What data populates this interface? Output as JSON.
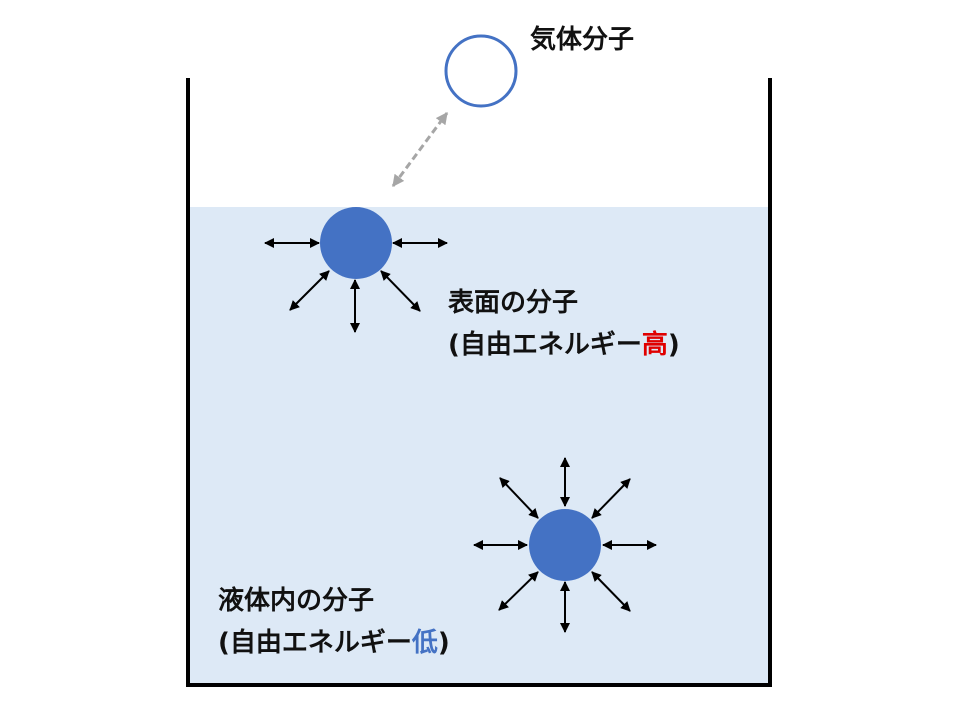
{
  "colors": {
    "liquid": "#dde9f6",
    "molecule": "#4472c4",
    "gas_outline": "#4472c4",
    "arrow": "#000000",
    "dashed_arrow": "#a6a6a6",
    "container": "#000000",
    "high": "#e00000",
    "low": "#4472c4"
  },
  "labels": {
    "gas": "気体分子",
    "surface": {
      "title": "表面の分子",
      "energy_open": "(自由エネルギー",
      "energy_level": "高",
      "energy_close": ")"
    },
    "interior": {
      "title": "液体内の分子",
      "energy_open": "(自由エネルギー",
      "energy_level": "低",
      "energy_close": ")"
    }
  }
}
